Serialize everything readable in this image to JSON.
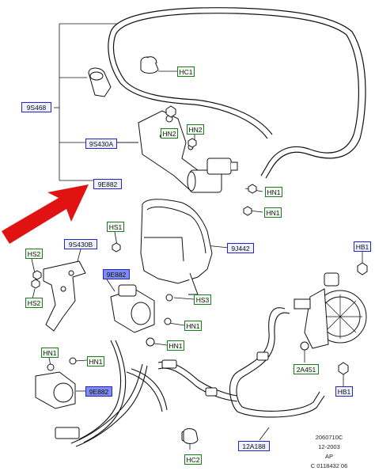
{
  "labels": {
    "HC1": "HC1",
    "9S468": "9S468",
    "HN2_a": "HN2",
    "HN2_b": "HN2",
    "9S430A": "9S430A",
    "9E882_top": "9E882",
    "HN1_a": "HN1",
    "HN1_b": "HN1",
    "HS1": "HS1",
    "9J442": "9J442",
    "HB1_a": "HB1",
    "HS2_a": "HS2",
    "9S430B": "9S430B",
    "9E882_mid": "9E882",
    "HS3": "HS3",
    "HS2_b": "HS2",
    "HN1_c": "HN1",
    "HN1_d": "HN1",
    "HN1_e": "HN1",
    "HN1_f": "HN1",
    "9E882_bot": "9E882",
    "2A451": "2A451",
    "HB1_b": "HB1",
    "HC2": "HC2",
    "12A188": "12A188"
  },
  "footer": {
    "line1": "2060710C",
    "line2": "12-2003",
    "line3": "AP",
    "line4": "C 0118432 06"
  },
  "colors": {
    "part_blue": "#2424c8",
    "fastener_green": "#1d7a1d",
    "highlight_fill": "#7f8cf0",
    "arrow_red": "#e01212"
  }
}
